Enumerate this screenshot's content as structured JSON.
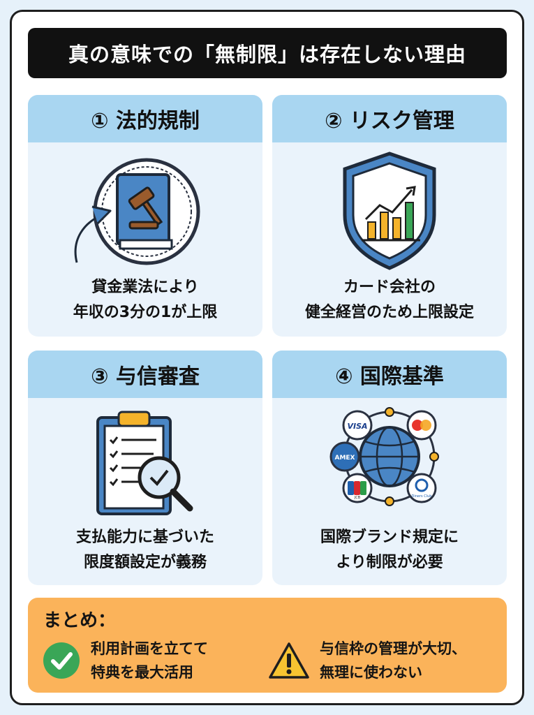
{
  "title": "真の意味での「無制限」は存在しない理由",
  "cards": [
    {
      "heading": "① 法的規制",
      "icon": "law-book-gavel-icon",
      "lines": [
        "貸金業法により",
        "年収の3分の1が上限"
      ]
    },
    {
      "heading": "② リスク管理",
      "icon": "shield-growth-chart-icon",
      "lines": [
        "カード会社の",
        "健全経営のため上限設定"
      ]
    },
    {
      "heading": "③ 与信審査",
      "icon": "clipboard-checklist-magnifier-icon",
      "lines": [
        "支払能力に基づいた",
        "限度額設定が義務"
      ]
    },
    {
      "heading": "④ 国際基準",
      "icon": "globe-card-brands-icon",
      "lines": [
        "国際ブランド規定に",
        "より制限が必要"
      ],
      "brands": {
        "visa": "VISA",
        "amex": "AMEX",
        "jcb": "JCB",
        "diners": "Diners Club"
      }
    }
  ],
  "summary": {
    "title": "まとめ：",
    "items": [
      {
        "icon": "check-circle-icon",
        "lines": [
          "利用計画を立てて",
          "特典を最大活用"
        ]
      },
      {
        "icon": "warning-triangle-icon",
        "lines": [
          "与信枠の管理が大切、",
          "無理に使わない"
        ]
      }
    ]
  },
  "colors": {
    "background": "#e6f1fa",
    "card": "#eaf3fb",
    "card_header": "#a9d6f1",
    "summary": "#fbb35a",
    "title_bar": "#111111",
    "icon_blue": "#4a86c5",
    "check_green": "#3aa657",
    "warning_yellow": "#f7c431"
  }
}
